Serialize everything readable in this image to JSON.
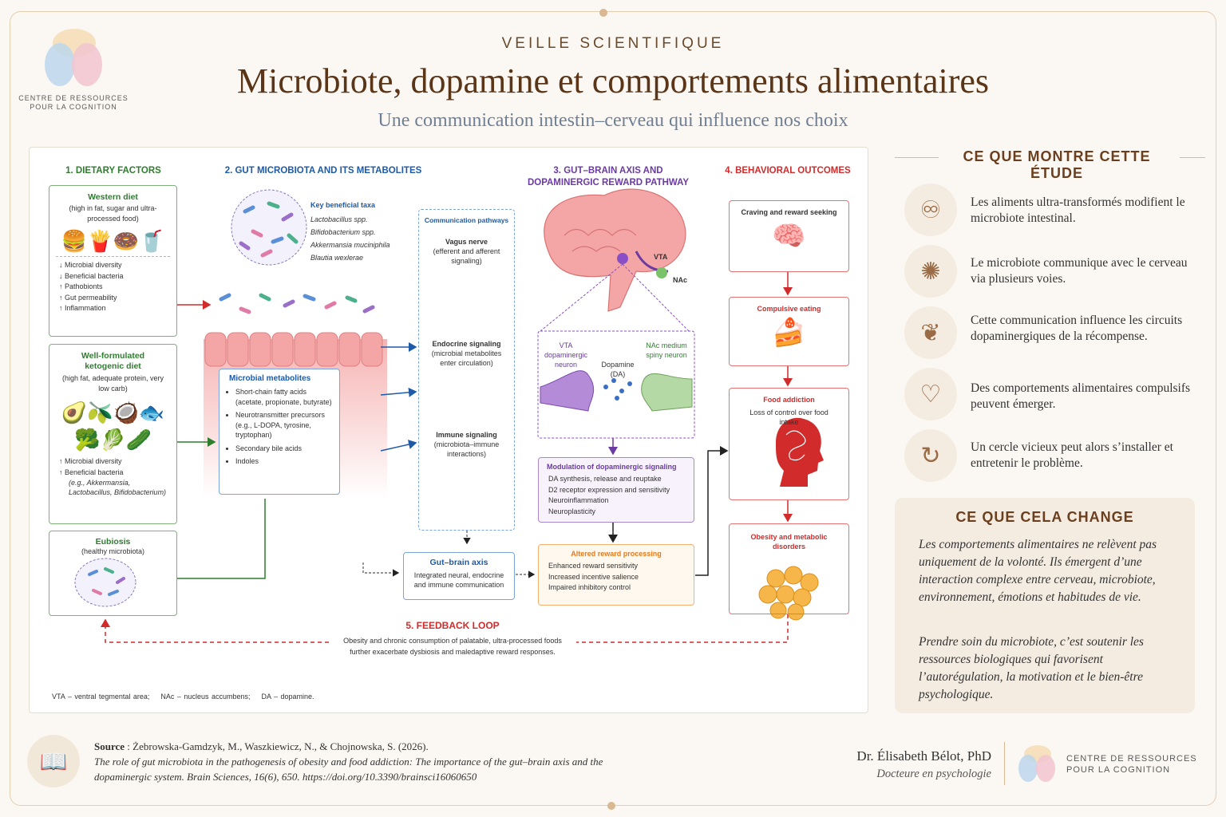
{
  "header": {
    "kicker": "VEILLE SCIENTIFIQUE",
    "title": "Microbiote, dopamine et comportements alimentaires",
    "subtitle": "Une communication intestin–cerveau qui influence nos choix"
  },
  "logo": {
    "line1": "CENTRE DE RESSOURCES",
    "line2": "POUR LA COGNITION"
  },
  "colors": {
    "brand_brown": "#6b3f1e",
    "green": "#2f7d2f",
    "blue": "#1d5aa8",
    "purple": "#6b3aa3",
    "red": "#d12b2b",
    "orange": "#e67a1c"
  },
  "diagram": {
    "col1": {
      "heading": "1. DIETARY FACTORS",
      "western": {
        "title": "Western diet",
        "sub": "(high in fat, sugar and ultra-processed food)",
        "icons": [
          "burger-icon",
          "fries-icon",
          "donut-icon",
          "soda-icon"
        ],
        "effects": [
          "↓  Microbial diversity",
          "↓  Beneficial bacteria",
          "↑  Pathobionts",
          "↑  Gut permeability",
          "↑  Inflammation"
        ]
      },
      "keto": {
        "title": "Well-formulated ketogenic diet",
        "sub": "(high fat, adequate protein, very low carb)",
        "icons": [
          "avocado-icon",
          "oil-icon",
          "coconut-icon",
          "salmon-icon",
          "broccoli-icon",
          "spinach-icon",
          "cucumber-icon"
        ],
        "effects": [
          "↑  Microbial diversity",
          "↑  Beneficial bacteria"
        ],
        "examples": "(e.g., Akkermansia, Lactobacillus, Bifidobacterium)"
      },
      "eubiosis": {
        "title": "Eubiosis",
        "sub": "(healthy microbiota)"
      }
    },
    "col2": {
      "heading": "2. GUT MICROBIOTA AND ITS METABOLITES",
      "taxa_title": "Key beneficial taxa",
      "taxa": [
        "Lactobacillus spp.",
        "Bifidobacterium spp.",
        "Akkermansia muciniphila",
        "Blautia wexlerae"
      ],
      "metabolites_title": "Microbial metabolites",
      "metabolites": [
        "Short-chain fatty acids (acetate, propionate, butyrate)",
        "Neurotransmitter precursors (e.g., L-DOPA, tyrosine, tryptophan)",
        "Secondary bile acids",
        "Indoles"
      ],
      "pathways_title": "Communication pathways",
      "pathways": [
        {
          "title": "Vagus nerve",
          "sub": "(efferent and afferent signaling)"
        },
        {
          "title": "Endocrine signaling",
          "sub": "(microbial metabolites enter circulation)"
        },
        {
          "title": "Immune signaling",
          "sub": "(microbiota–immune interactions)"
        }
      ],
      "axis_title": "Gut–brain axis",
      "axis_sub": "Integrated neural, endocrine and immune communication"
    },
    "col3": {
      "heading": "3. GUT–BRAIN AXIS AND DOPAMINERGIC REWARD PATHWAY",
      "vta": "VTA",
      "nac": "NAc",
      "vta_neuron": "VTA dopaminergic neuron",
      "dopamine": "Dopamine (DA)",
      "nac_neuron": "NAc medium spiny neuron",
      "modulation_title": "Modulation of dopaminergic signaling",
      "modulation": [
        "DA synthesis, release and reuptake",
        "D2 receptor expression and sensitivity",
        "Neuroinflammation",
        "Neuroplasticity"
      ],
      "altered_title": "Altered reward processing",
      "altered": [
        "Enhanced reward sensitivity",
        "Increased incentive salience",
        "Impaired inhibitory control"
      ]
    },
    "col4": {
      "heading": "4. BEHAVIORAL OUTCOMES",
      "craving": "Craving and reward seeking",
      "compulsive": "Compulsive eating",
      "addiction": "Food addiction",
      "addiction_sub": "Loss of control over food intake",
      "obesity": "Obesity and metabolic disorders"
    },
    "feedback": {
      "title": "5. FEEDBACK LOOP",
      "text1": "Obesity and chronic consumption of palatable, ultra-processed foods",
      "text2": "further exacerbate dysbiosis and maledaptive reward responses."
    },
    "legend": [
      "VTA – ventral tegmental area;",
      "NAc – nucleus accumbens;",
      "DA – dopamine."
    ]
  },
  "sidebar": {
    "title": "CE QUE MONTRE CETTE ÉTUDE",
    "items": [
      {
        "icon": "intestine-icon",
        "text": "Les aliments ultra-transformés modifient le microbiote intestinal."
      },
      {
        "icon": "neuron-icon",
        "text": "Le microbiote communique avec le cerveau via plusieurs voies."
      },
      {
        "icon": "brain-icon",
        "text": "Cette communication influence les circuits dopaminergiques de la récompense."
      },
      {
        "icon": "head-heart-icon",
        "text": "Des comportements alimentaires compulsifs peuvent émerger."
      },
      {
        "icon": "cycle-icon",
        "text": "Un cercle vicieux peut alors s’installer et entretenir le problème."
      }
    ],
    "change_title": "CE QUE CELA CHANGE",
    "change_p1": "Les comportements alimentaires ne relèvent pas uniquement de la volonté. Ils émergent d’une interaction complexe entre cerveau, microbiote, environnement, émotions et habitudes de vie.",
    "change_p2": "Prendre soin du microbiote, c’est soutenir les ressources biologiques qui favorisent l’autorégulation, la motivation et le bien-être psychologique."
  },
  "footer": {
    "source_label": "Source",
    "source_authors": " : Żebrowska-Gamdzyk, M., Waszkiewicz, N., & Chojnowska, S. (2026).",
    "source_ref": "The role of gut microbiota in the pathogenesis of obesity and food addiction: The importance of the gut–brain axis and the dopaminergic system. Brain Sciences, 16(6), 650. https://doi.org/10.3390/brainsci16060650",
    "author": "Dr. Élisabeth Bélot, PhD",
    "author_title": "Docteure en psychologie"
  }
}
